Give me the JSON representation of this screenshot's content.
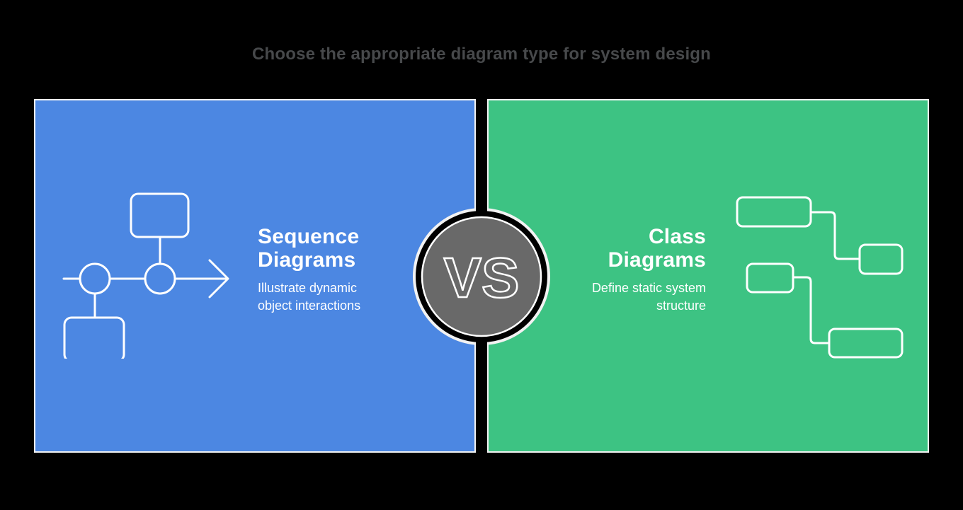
{
  "title": "Choose the appropriate diagram type for system design",
  "vs_badge": {
    "label": "VS"
  },
  "left_panel": {
    "heading_line1": "Sequence",
    "heading_line2": "Diagrams",
    "description_line1": "Illustrate dynamic",
    "description_line2": "object interactions",
    "color": "#4C87E2",
    "icon": "sequence-diagram-icon"
  },
  "right_panel": {
    "heading_line1": "Class",
    "heading_line2": "Diagrams",
    "description_line1": "Define static system",
    "description_line2": "structure",
    "color": "#3DC383",
    "icon": "class-diagram-icon"
  },
  "colors": {
    "background": "#000000",
    "left_panel": "#4C87E2",
    "right_panel": "#3DC383",
    "vs_circle_fill": "#696969",
    "title_text": "#47494B",
    "panel_text": "#FFFFFF",
    "outline_stroke": "#FFFFFF",
    "panel_border": "#F2F2F2"
  }
}
